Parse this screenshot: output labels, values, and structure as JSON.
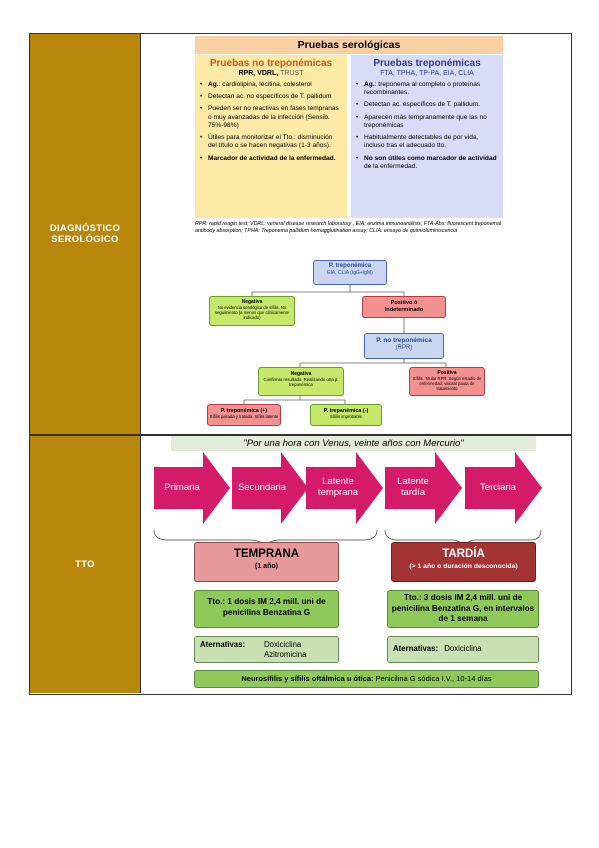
{
  "sections": {
    "diagnostico_label": "DIAGNÓSTICO SEROLÓGICO",
    "tto_label": "TTO"
  },
  "serologia": {
    "title": "Pruebas serológicas",
    "no_trep": {
      "title": "Pruebas no treponémicas",
      "subtitle_a": "RPR, VDRL, ",
      "subtitle_b": "TRUST",
      "items": [
        {
          "b": "Ag.",
          "t": ": cardiolipina, lecitina, colesterol"
        },
        {
          "b": "",
          "t": "Detectan ac. no específicos de T. pallidum"
        },
        {
          "b": "",
          "t": "Pueden ser no reactivas en fases tempranas o muy avanzadas de la infección (Sensib. 75%-98%)"
        },
        {
          "b": "",
          "t": "Útiles para monitorizar el Tto.: disminución del título o se hacen negativas (1-3 años)."
        },
        {
          "b": "Marcador de actividad de la enfermedad.",
          "t": ""
        }
      ]
    },
    "trep": {
      "title": "Pruebas treponémicas",
      "subtitle": "FTA, TPHA, TP-PA, EIA, CLIA",
      "items": [
        {
          "b": "Ag.",
          "t": ": treponema al completo o proteínas recombinantes."
        },
        {
          "b": "",
          "t": "Detectan ac. específicos de T. pallidum."
        },
        {
          "b": "",
          "t": "Aparecen más tempranamente que las no treponémicas"
        },
        {
          "b": "",
          "t": "Habitualmente detectables de por vida, incluso tras el adecuado tto."
        },
        {
          "b": "No son útiles como marcador de actividad",
          "t": " de la enfermedad."
        }
      ]
    },
    "footnote": "RPR: rapid reagin test; VDRL: veneral disease research laboratory , EIA: enzima inmunoanálisis; FTA-Abs: fluorescent treponemal antibody absorption; TPHA: Treponema pallidum hemagglutination assay; CLIA: ensayo de quimioluminiscencia"
  },
  "flow": {
    "trep": {
      "title": "P. treponémica",
      "sub": "EIA, CLIA (IgG+IgM)"
    },
    "neg1": {
      "title": "Negativa",
      "sub": "No evidencia serológica de sífilis. No seguimiento (a menos que clínicamente indicado)"
    },
    "pos1": {
      "title": "Positivo ó Indeterminado",
      "sub": ""
    },
    "notrep": {
      "title": "P. no treponémica",
      "sub": "(RPR)"
    },
    "neg2": {
      "title": "Negativa",
      "sub": "Confirmar resultado. Realizando otra p. treponémica"
    },
    "pos2": {
      "title": "Positiva",
      "sub": "Sífilis. Titular RPR. Según estadio de enfermedad; valorar pauta de tratamiento"
    },
    "treppos": {
      "title": "P. treponémica (+)",
      "sub": "Sífilis pasada y tratada. Sífilis latente"
    },
    "trepneg": {
      "title": "P. trepanémica (-)",
      "sub": "Sífilis improbable"
    }
  },
  "tto": {
    "quote": "\"Por una hora con Venus, veinte años con Mercurio\"",
    "stages": [
      "Primaria",
      "Secundaria",
      "Latente temprana",
      "Latente tardía",
      "Terciaria"
    ],
    "temprana": {
      "title": "TEMPRANA",
      "sub": "(1 año)"
    },
    "tardia": {
      "title": "TARDÍA",
      "sub": "(> 1 año o duración desconocida)"
    },
    "temprana_tto": {
      "b": "Tto.:",
      "t": "1 dosis IM 2,4 mill. uni de penicilina Benzatina G"
    },
    "tardia_tto": {
      "b": "Tto.:",
      "t": "3 dosis IM 2,4 mill. uni de penicilina Benzatina G, en intervalos de 1 semana"
    },
    "temprana_alt": {
      "b": "Aternativas:",
      "t1": "Doxiciclina",
      "t2": "Azitromicina"
    },
    "tardia_alt": {
      "b": "Aternativas:",
      "t": "Doxiciclina"
    },
    "neuro": {
      "b": "Neurosífilis y sífilis oftálmica u ótica:",
      "t": " Penicilina G sódica I.V., 10-14 días"
    }
  },
  "colors": {
    "side": "#B8860B",
    "header": "#F9CFA5",
    "no_trep_bg": "#FCE9A6",
    "no_trep_title": "#D0551B",
    "trep_bg": "#D9DCF6",
    "trep_title": "#2E3E8E",
    "arrow": "#D41A69",
    "temprana": "#E6989A",
    "tardia": "#A43434",
    "green": "#8FC95A"
  }
}
